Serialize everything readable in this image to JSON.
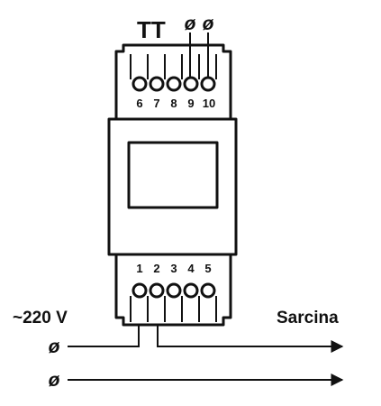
{
  "diagram": {
    "top_label": "TT",
    "top_phase_symbols": [
      "ø",
      "ø"
    ],
    "top_terminals": [
      "6",
      "7",
      "8",
      "9",
      "10"
    ],
    "bottom_terminals": [
      "1",
      "2",
      "3",
      "4",
      "5"
    ],
    "supply_label": "~220 V",
    "load_label": "Sarcina",
    "line_symbols": [
      "ø",
      "ø"
    ],
    "colors": {
      "line": "#111111",
      "background": "#ffffff"
    }
  }
}
